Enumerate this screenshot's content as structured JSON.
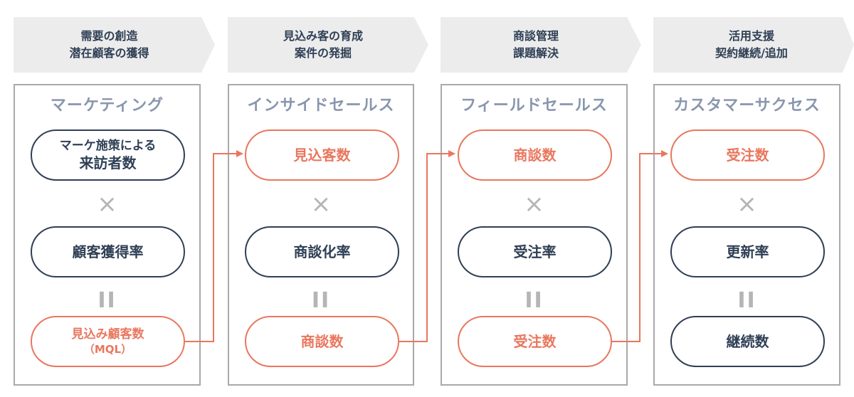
{
  "stages": [
    {
      "header": [
        "需要の創造",
        "潜在顧客の獲得"
      ],
      "department": "マーケティング",
      "top": [
        "マーケ施策による",
        "来訪者数"
      ],
      "times": "×",
      "middle": "顧客獲得率",
      "equals": "II",
      "bottom": [
        "見込み顧客数",
        "（MQL）"
      ]
    },
    {
      "header": [
        "見込み客の育成",
        "案件の発掘"
      ],
      "department": "インサイドセールス",
      "top": "見込客数",
      "times": "×",
      "middle": "商談化率",
      "equals": "II",
      "bottom": "商談数"
    },
    {
      "header": [
        "商談管理",
        "課題解決"
      ],
      "department": "フィールドセールス",
      "top": "商談数",
      "times": "×",
      "middle": "受注率",
      "equals": "II",
      "bottom": "受注数"
    },
    {
      "header": [
        "活用支援",
        "契約継続/追加"
      ],
      "department": "カスタマーサクセス",
      "top": "受注数",
      "times": "×",
      "middle": "更新率",
      "equals": "II",
      "bottom": "継続数"
    }
  ],
  "colors": {
    "navy": "#2f3f55",
    "orange": "#e9775f",
    "header_bg": "#ececec",
    "department": "#8996ad",
    "border": "#a9a9a9",
    "operator": "#b5b5b5"
  }
}
